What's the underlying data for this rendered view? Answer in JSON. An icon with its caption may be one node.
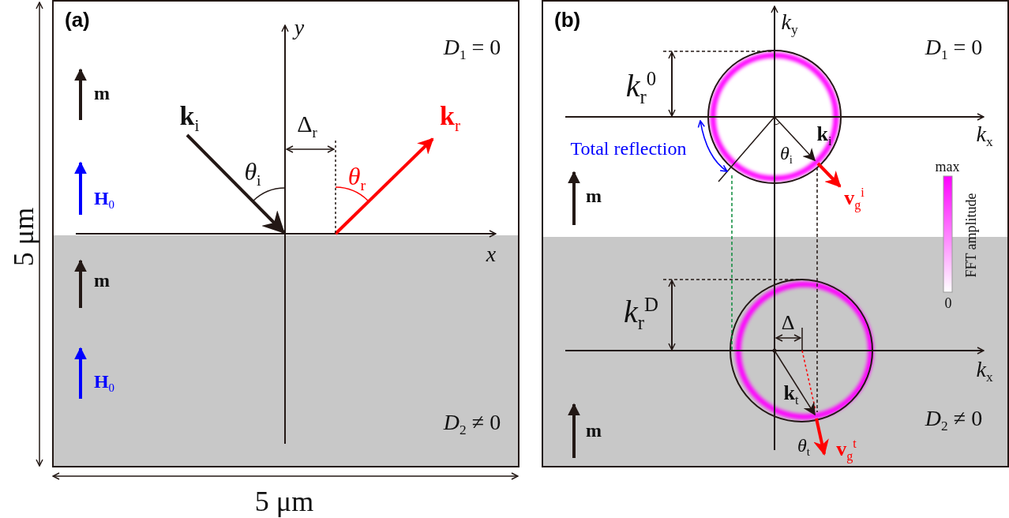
{
  "diagram": {
    "nodes": [
      {
        "text": [
          "(a)"
        ]
      },
      {
        "text": [
          "(b)"
        ]
      }
    ],
    "labels": [
      "*y*",
      "*D*$_{1}$ = 0",
      "m",
      "**k**$_{i}$",
      "Δ$_{r}$",
      "**k**$_{r}$",
      "*θ*$_{i}$",
      "*θ*$_{r}$",
      "**H**$_{0}$",
      "*x*",
      "m",
      "**H**$_{0}$",
      "*D*$_{2}$ ≠ 0",
      "5 μm",
      "5 μm",
      "*k*$_{y}$",
      "*D*$_{1}$ = 0",
      "*k*$_{r}$$^{0}$",
      "Total reflection",
      "**k**$_{i}$",
      "*k*$_{x}$",
      "*θ*$_{i}$",
      "max",
      "**v**$_{g}$$^{i}$",
      "m",
      "FFT amplitude",
      "0",
      "*k*$_{r}$$^{D}$",
      "Δ",
      "*k*$_{x}$",
      "**k**$_{t}$",
      "m",
      "*D*$_{2}$ ≠ 0",
      "*θ*$_{t}$",
      "**v**$_{g}$$^{t}$"
    ]
  }
}
